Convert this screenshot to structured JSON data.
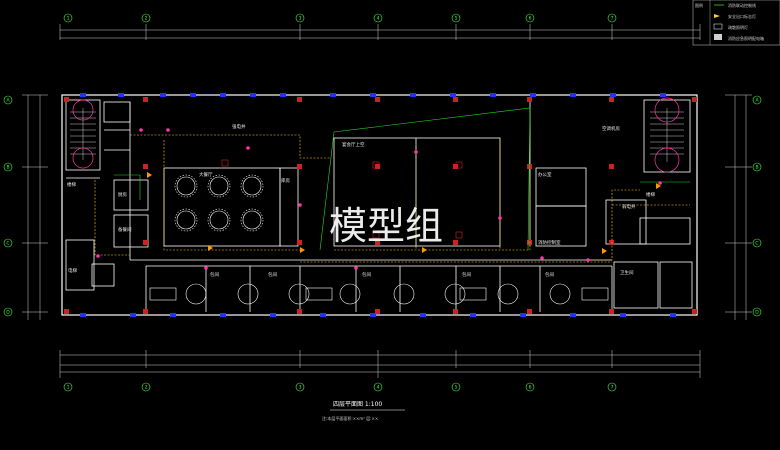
{
  "drawing": {
    "background": "#000000",
    "wall_color": "#ffffff",
    "window_color": "#2233ff",
    "grid_color": "#3fff3f",
    "dim_color": "#cfcfcf",
    "circuit_color": "#ffcc33",
    "accent_color": "#ff33aa",
    "title": "四层平面图  1:100",
    "subtitle": "注:本层平面面积:××m²  层:××",
    "watermark": "模型组"
  },
  "legend": {
    "title": "图例",
    "items": [
      {
        "symbol": "line",
        "label": "消防联动控制线"
      },
      {
        "symbol": "arrow",
        "label": "安全出口标志灯"
      },
      {
        "symbol": "box",
        "label": "疏散照明灯"
      },
      {
        "symbol": "rect",
        "label": "消防应急照明配电箱"
      }
    ]
  },
  "axes": {
    "top": [
      "1",
      "2",
      "3",
      "4",
      "5",
      "6",
      "7"
    ],
    "bottom": [
      "1",
      "2",
      "3",
      "4",
      "5",
      "6",
      "7"
    ],
    "left": [
      "A",
      "B",
      "C",
      "D"
    ],
    "right": [
      "A",
      "B",
      "C",
      "D"
    ]
  },
  "rooms": [
    {
      "id": "stair-left",
      "label": "楼梯"
    },
    {
      "id": "kitchen",
      "label": "厨房"
    },
    {
      "id": "prep",
      "label": "备餐间"
    },
    {
      "id": "dining-hall",
      "label": "大餐厅"
    },
    {
      "id": "storage",
      "label": "库房"
    },
    {
      "id": "open-hall",
      "label": "宴会厅上空"
    },
    {
      "id": "office-1",
      "label": "办公室"
    },
    {
      "id": "office-2",
      "label": "消防控制室"
    },
    {
      "id": "stair-right",
      "label": "楼梯"
    },
    {
      "id": "toilet",
      "label": "卫生间"
    },
    {
      "id": "private-1",
      "label": "包间"
    },
    {
      "id": "private-2",
      "label": "包间"
    },
    {
      "id": "private-3",
      "label": "包间"
    },
    {
      "id": "private-4",
      "label": "包间"
    },
    {
      "id": "private-5",
      "label": "包间"
    },
    {
      "id": "elevator",
      "label": "电梯"
    }
  ],
  "annotations": {
    "left_note": "强电井",
    "right_note": "空调机房",
    "mid_note": "弱电井"
  }
}
